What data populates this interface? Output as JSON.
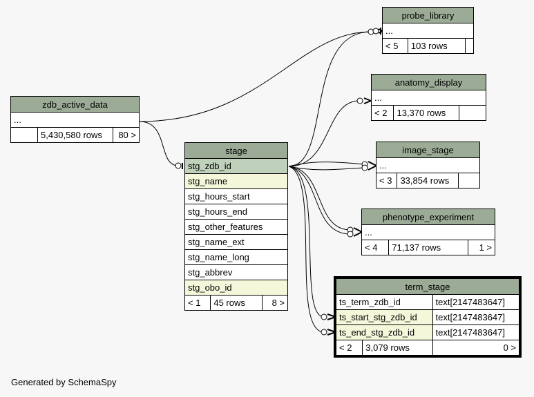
{
  "footer": "Generated by SchemaSpy",
  "tables": {
    "probe_library": {
      "title": "probe_library",
      "row1": "...",
      "parents": "< 5",
      "rows": "103 rows",
      "children": ""
    },
    "anatomy_display": {
      "title": "anatomy_display",
      "row1": "...",
      "parents": "< 2",
      "rows": "13,370 rows",
      "children": ""
    },
    "zdb_active_data": {
      "title": "zdb_active_data",
      "row1": "...",
      "parents": "",
      "rows": "5,430,580 rows",
      "children": "80 >"
    },
    "image_stage": {
      "title": "image_stage",
      "row1": "...",
      "parents": "< 3",
      "rows": "33,854 rows",
      "children": ""
    },
    "phenotype_experiment": {
      "title": "phenotype_experiment",
      "row1": "...",
      "parents": "< 4",
      "rows": "71,137 rows",
      "children": "1 >"
    },
    "stage": {
      "title": "stage",
      "columns": [
        "stg_zdb_id",
        "stg_name",
        "stg_hours_start",
        "stg_hours_end",
        "stg_other_features",
        "stg_name_ext",
        "stg_name_long",
        "stg_abbrev",
        "stg_obo_id"
      ],
      "parents": "< 1",
      "rows": "45 rows",
      "children": "8 >"
    },
    "term_stage": {
      "title": "term_stage",
      "columns": [
        {
          "name": "ts_term_zdb_id",
          "type": "text[2147483647]"
        },
        {
          "name": "ts_start_stg_zdb_id",
          "type": "text[2147483647]"
        },
        {
          "name": "ts_end_stg_zdb_id",
          "type": "text[2147483647]"
        }
      ],
      "parents": "< 2",
      "rows": "3,079 rows",
      "children": "0 >"
    }
  }
}
